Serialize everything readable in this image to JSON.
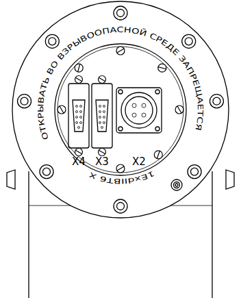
{
  "diagram": {
    "labels": [
      "ОТКРЫВАТЬ ВО ВЗРЫВООПАСНОЙ СРЕДЕ ЗАПРЕЩАЕТСЯ",
      "X4",
      "X3",
      "X2",
      "1ExdIIBT6 X"
    ]
  }
}
